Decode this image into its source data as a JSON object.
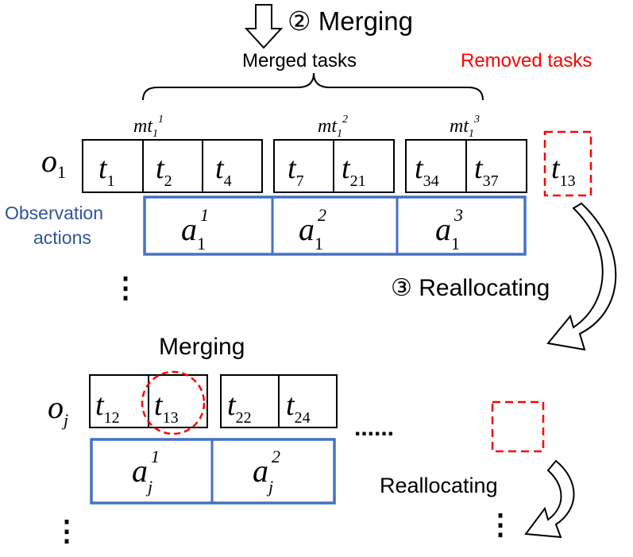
{
  "labels": {
    "step2": "② Merging",
    "merged_tasks": "Merged tasks",
    "removed_tasks": "Removed tasks",
    "observation_actions_line1": "Observation",
    "observation_actions_line2": "actions",
    "step3": "③ Reallocating",
    "merging": "Merging",
    "reallocating": "Reallocating",
    "ellipsis": "......",
    "vdots": "⋮"
  },
  "mt_labels": [
    {
      "base": "mt",
      "sub": "1",
      "sup": "1"
    },
    {
      "base": "mt",
      "sub": "1",
      "sup": "2"
    },
    {
      "base": "mt",
      "sub": "1",
      "sup": "3"
    }
  ],
  "obs1": {
    "base": "o",
    "sub": "1"
  },
  "obsj": {
    "base": "o",
    "sub": "j"
  },
  "tasks_o1": [
    {
      "base": "t",
      "sub": "1"
    },
    {
      "base": "t",
      "sub": "2"
    },
    {
      "base": "t",
      "sub": "4"
    },
    {
      "base": "t",
      "sub": "7"
    },
    {
      "base": "t",
      "sub": "21"
    },
    {
      "base": "t",
      "sub": "34"
    },
    {
      "base": "t",
      "sub": "37"
    }
  ],
  "removed_task": {
    "base": "t",
    "sub": "13"
  },
  "actions_o1": [
    {
      "base": "a",
      "sub": "1",
      "sup": "1"
    },
    {
      "base": "a",
      "sub": "1",
      "sup": "2"
    },
    {
      "base": "a",
      "sub": "1",
      "sup": "3"
    }
  ],
  "tasks_oj": [
    {
      "base": "t",
      "sub": "12"
    },
    {
      "base": "t",
      "sub": "13"
    },
    {
      "base": "t",
      "sub": "22"
    },
    {
      "base": "t",
      "sub": "24"
    }
  ],
  "actions_oj": [
    {
      "base": "a",
      "sub": "j",
      "sup": "1"
    },
    {
      "base": "a",
      "sub": "j",
      "sup": "2"
    }
  ],
  "colors": {
    "blue": "#4472C4",
    "blue_text": "#2F5597",
    "red": "#FF0000",
    "black": "#000000"
  }
}
